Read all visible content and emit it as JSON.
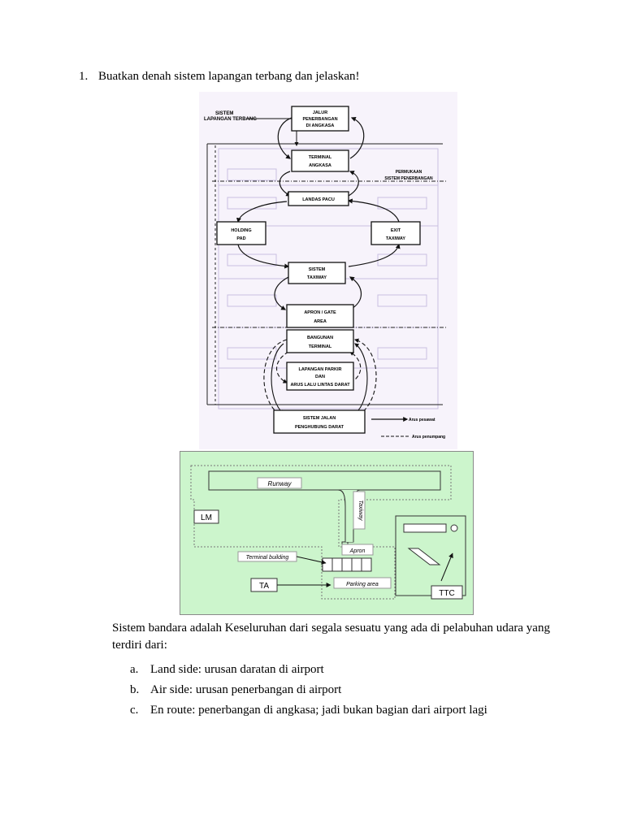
{
  "question": {
    "number": "1.",
    "text": "Buatkan denah sistem lapangan terbang dan jelaskan!"
  },
  "diagram1": {
    "title_line1": "SISTEM",
    "title_line2": "LAPANGAN TERBANG",
    "boxes": {
      "jalur": [
        "JALUR",
        "PENERBANGAN",
        "DI ANGKASA"
      ],
      "terminal_angkasa": [
        "TERMINAL",
        "ANGKASA"
      ],
      "landas": "LANDAS     PACU",
      "holding": [
        "HOLDING",
        "PAD"
      ],
      "exit": [
        "EXIT",
        "TAXIWAY"
      ],
      "taxiway": [
        "SISTEM",
        "TAXIWAY"
      ],
      "apron": [
        "APRON / GATE",
        "AREA"
      ],
      "bangunan": [
        "BANGUNAN",
        "TERMINAL"
      ],
      "parkir": [
        "LAPANGAN  PARKIR",
        "DAN",
        "ARUS LALU LINTAS DARAT"
      ],
      "jalan": [
        "SISTEM JALAN",
        "PENGHUBUNG DARAT"
      ]
    },
    "interface_label": [
      "PERMUKAAN",
      "SISTEM PENERBANGAN"
    ],
    "legend": {
      "solid": "Arus pesawat",
      "dashed": "Arus penumpang"
    }
  },
  "diagram2": {
    "runway": "Runway",
    "taxiway": "Taxiway",
    "lm": "LM",
    "apron": "Apron",
    "terminal_building": "Terminal building",
    "ta": "TA",
    "parking": "Parking area",
    "ttc": "TTC",
    "colors": {
      "background": "#ccf5cc",
      "border": "#8a8a8a"
    }
  },
  "paragraph": "Sistem bandara adalah   Keseluruhan dari segala sesuatu yang ada di pelabuhan udara yang terdiri dari:",
  "list": [
    {
      "marker": "a.",
      "text": "Land side: urusan daratan di airport"
    },
    {
      "marker": "b.",
      "text": "Air side: urusan penerbangan di airport"
    },
    {
      "marker": "c.",
      "text": "En route: penerbangan di angkasa; jadi bukan bagian dari airport lagi"
    }
  ]
}
